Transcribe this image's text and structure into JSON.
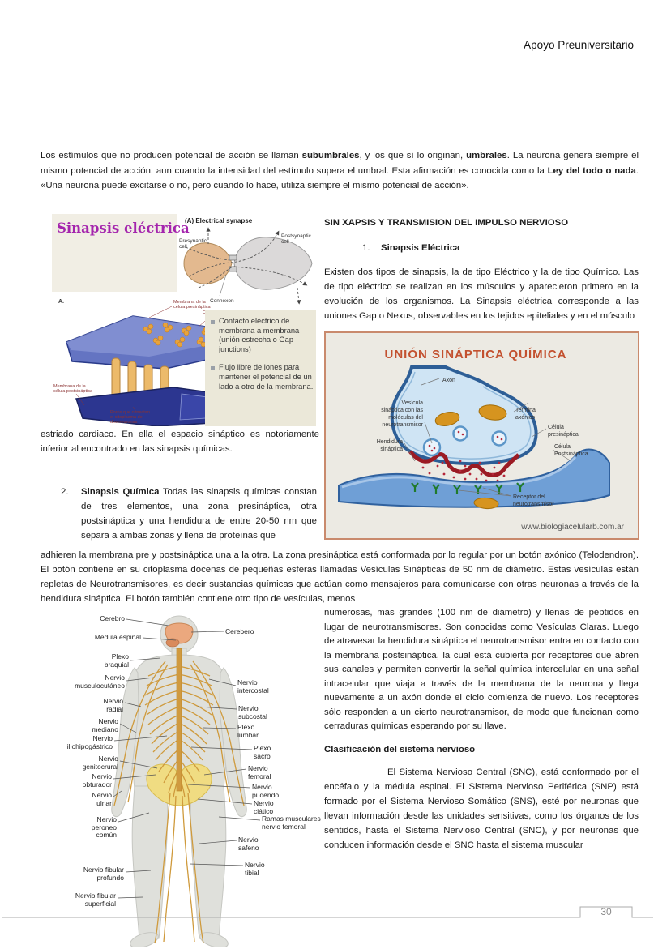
{
  "header": {
    "title": "Apoyo Preuniversitario"
  },
  "intro": {
    "part1": "Los estímulos que no producen potencial de acción se llaman ",
    "bold1": "subumbrales",
    "part2": ", y los que sí lo originan, ",
    "bold2": "umbrales",
    "part3": ". La neurona genera siempre el mismo potencial de acción, aun cuando la intensidad del estímulo supera el umbral. Esta afirmación es conocida como la ",
    "bold3": "Ley del todo o nada",
    "part4": ". «Una neurona puede excitarse o no, pero cuando lo hace, utiliza siempre el mismo potencial de acción»."
  },
  "section": {
    "heading": "SIN XAPSIS Y TRANSMISION DEL IMPULSO NERVIOSO",
    "item1_num": "1.",
    "item1_title": "Sinapsis Eléctrica",
    "item1_text": "Existen dos tipos de sinapsis, la de tipo Eléctrico y la de tipo Químico. Las de tipo eléctrico se realizan en los músculos y aparecieron primero en la evolución de los organismos. La Sinapsis eléctrica corresponde a las uniones Gap o Nexus, observables en los tejidos epiteliales y en el músculo",
    "item1_cont": "estriado cardiaco. En ella el espacio sináptico es notoriamente inferior al encontrado en las sinapsis químicas.",
    "item2_num": "2.",
    "item2_title": "Sinapsis Química",
    "item2_text": " Todas las sinapsis químicas constan de tres elementos, una zona presináptica, otra postsináptica y una hendidura de entre 20-50 nm que separa a ambas zonas y llena de proteínas que",
    "item2_cont": "adhieren la membrana pre y postsináptica una a la otra. La zona presináptica está conformada por lo regular por un botón axónico (Telodendron). El botón contiene en su citoplasma docenas de pequeñas esferas llamadas Vesículas Sinápticas de 50 nm de diámetro. Estas vesículas están repletas de Neurotransmisores, es decir sustancias químicas que actúan como mensajeros para comunicarse con otras neuronas a través de la hendidura sináptica. El botón también contiene otro tipo de vesículas, menos",
    "item2_cont2": "numerosas, más grandes (100 nm de diámetro) y llenas de péptidos en lugar de neurotransmisores. Son conocidas como Vesículas Claras. Luego de atravesar la hendidura sináptica el neurotransmisor entra en contacto con la membrana postsináptica, la cual está cubierta por receptores que abren sus canales y permiten convertir la señal química intercelular en una señal intracelular que viaja a través de la membrana de la neurona y llega nuevamente a un axón donde el ciclo comienza de nuevo. Los receptores sólo responden a un cierto neurotransmisor, de modo que funcionan como cerraduras químicas esperando por su llave."
  },
  "classification": {
    "heading": "Clasificación del sistema nervioso",
    "text": "El Sistema Nervioso Central (SNC), está conformado por el encéfalo y la médula espinal. El Sistema Nervioso Periférica (SNP) está formado por el Sistema Nervioso Somático (SNS), esté por neuronas que llevan información desde las unidades sensitivas, como los órganos de los sentidos, hasta el Sistema Nervioso Central (SNC), y por neuronas que conducen información desde el SNC hasta el sistema muscular"
  },
  "fig_electric": {
    "title": "Sinapsis eléctrica",
    "panel": "(A) Electrical synapse",
    "pre_l1": "Presynaptic",
    "pre_l2": "cell",
    "post_l1": "Postsynaptic",
    "post_l2": "cell",
    "connexon": "Connexon",
    "sub": "A.",
    "mem_pre_l1": "Membrana de la",
    "mem_pre_l2": "célula presináptica",
    "conexones": "Conexones",
    "mem_post_l1": "Membrana de la",
    "mem_post_l2": "célula postsináptica",
    "poros_l1": "Poros que conectan",
    "poros_l2": "el citoplasma de",
    "poros_l3": "dos neuronas",
    "bullet1": "Contacto eléctrico de membrana a membrana (unión estrecha o Gap junctions)",
    "bullet2": "Flujo libre de iones para mantener el potencial de un lado a otro de la membrana."
  },
  "fig_chemical": {
    "title": "UNIÓN SINÁPTICA QUÍMICA",
    "axon": "Axón",
    "vesicula_l1": "Vesícula",
    "vesicula_l2": "sináptica con las",
    "vesicula_l3": "moléculas del",
    "vesicula_l4": "neurotransmisor",
    "terminal_l1": "Terminal",
    "terminal_l2": "axónico",
    "pre_l1": "Célula",
    "pre_l2": "presináptica",
    "post_l1": "Célula",
    "post_l2": "Postsináptica",
    "hendidura_l1": "Hendidura",
    "hendidura_l2": "sináptica",
    "receptor_l1": "Receptor del",
    "receptor_l2": "neurotransmisor",
    "watermark": "www.biologiacelularb.com.ar"
  },
  "fig_body": {
    "left_labels": [
      "Cerebro",
      "Medula espinal",
      "Plexo braquial",
      "Nervio musculocutáneo",
      "Nervio radial",
      "Nervio mediano",
      "Nervio iliohipogástrico",
      "Nervio genitocrural",
      "Nervio obturador",
      "Nervió ulnar",
      "Nervio peroneo común",
      "Nervio fibular profundo",
      "Nervio fibular superficial"
    ],
    "right_labels": [
      "Cerebero",
      "Nervio intercostal",
      "Nervio subcostal",
      "Plexo lumbar",
      "Plexo sacro",
      "Nervio femoral",
      "Nervio pudendo",
      "Nervio ciático",
      "Ramas musculares nervio femoral",
      "Nervio safeno",
      "Nervio tibial"
    ]
  },
  "footer": {
    "page": "30"
  },
  "colors": {
    "electric_title": "#a424ad",
    "chemical_title": "#c3512f",
    "chemical_border": "#c98a6d",
    "footer_gray": "#8a8a8a"
  }
}
